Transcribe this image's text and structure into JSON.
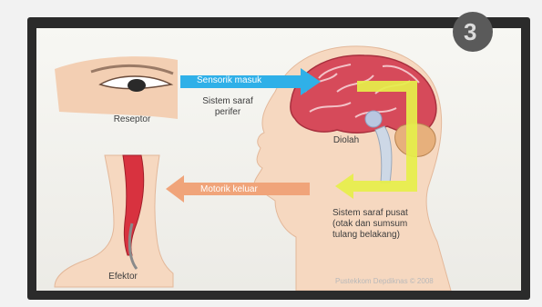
{
  "labels": {
    "receptor": "Reseptor",
    "effector": "Efektor",
    "processed": "Diolah",
    "peripheral_nervous_system": [
      "Sistem saraf",
      "perifer"
    ],
    "central_nervous_system": [
      "Sistem saraf pusat",
      "(otak dan sumsum",
      "tulang belakang)"
    ]
  },
  "arrows": {
    "sensory_in": "Sensorik masuk",
    "motor_out": "Motorik keluar"
  },
  "badge": {
    "number": "3"
  },
  "credit": "Pustekkom Depdiknas © 2008",
  "colors": {
    "sensory_arrow": "#2fb0e8",
    "motor_arrow": "#f0a47a",
    "cns_path": "#e6ef4a",
    "brain": "#d64a5a",
    "skin": "#f6d8c0",
    "frame": "#2b2b2b"
  }
}
